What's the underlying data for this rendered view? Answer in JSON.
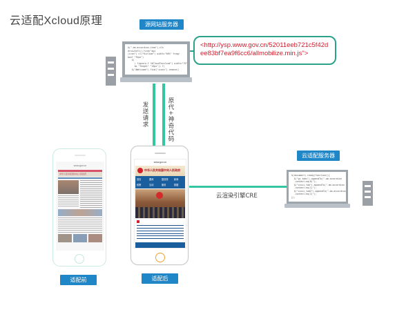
{
  "title": "云适配Xcloud原理",
  "origin_server": {
    "label": "源网站服务器"
  },
  "cloud_server": {
    "label": "云适配服务器"
  },
  "url_callout": {
    "text": "<http://ysp.www.gov.cn/52011eeb721c5f42dee83bf7ea9f6cc6/allmobilize.min.js\">"
  },
  "arrows": {
    "send_request": "发送请求",
    "origin_code": "原代+神奇代码",
    "render_engine": "云渲染引擎CRE"
  },
  "phones": {
    "before_label": "适配前",
    "after_label": "适配后",
    "url_text": "www.gov.cn",
    "site_title": "中华人民共和国中央人民政府",
    "nav_items": [
      "首页",
      "要闻",
      "国务院",
      "新闻",
      "政策",
      "互动",
      "服务",
      "数据"
    ]
  },
  "colors": {
    "accent_blue": "#1f86c7",
    "connector_green": "#34c6a3",
    "callout_border": "#2aa18a",
    "url_red": "#d11a2a"
  }
}
